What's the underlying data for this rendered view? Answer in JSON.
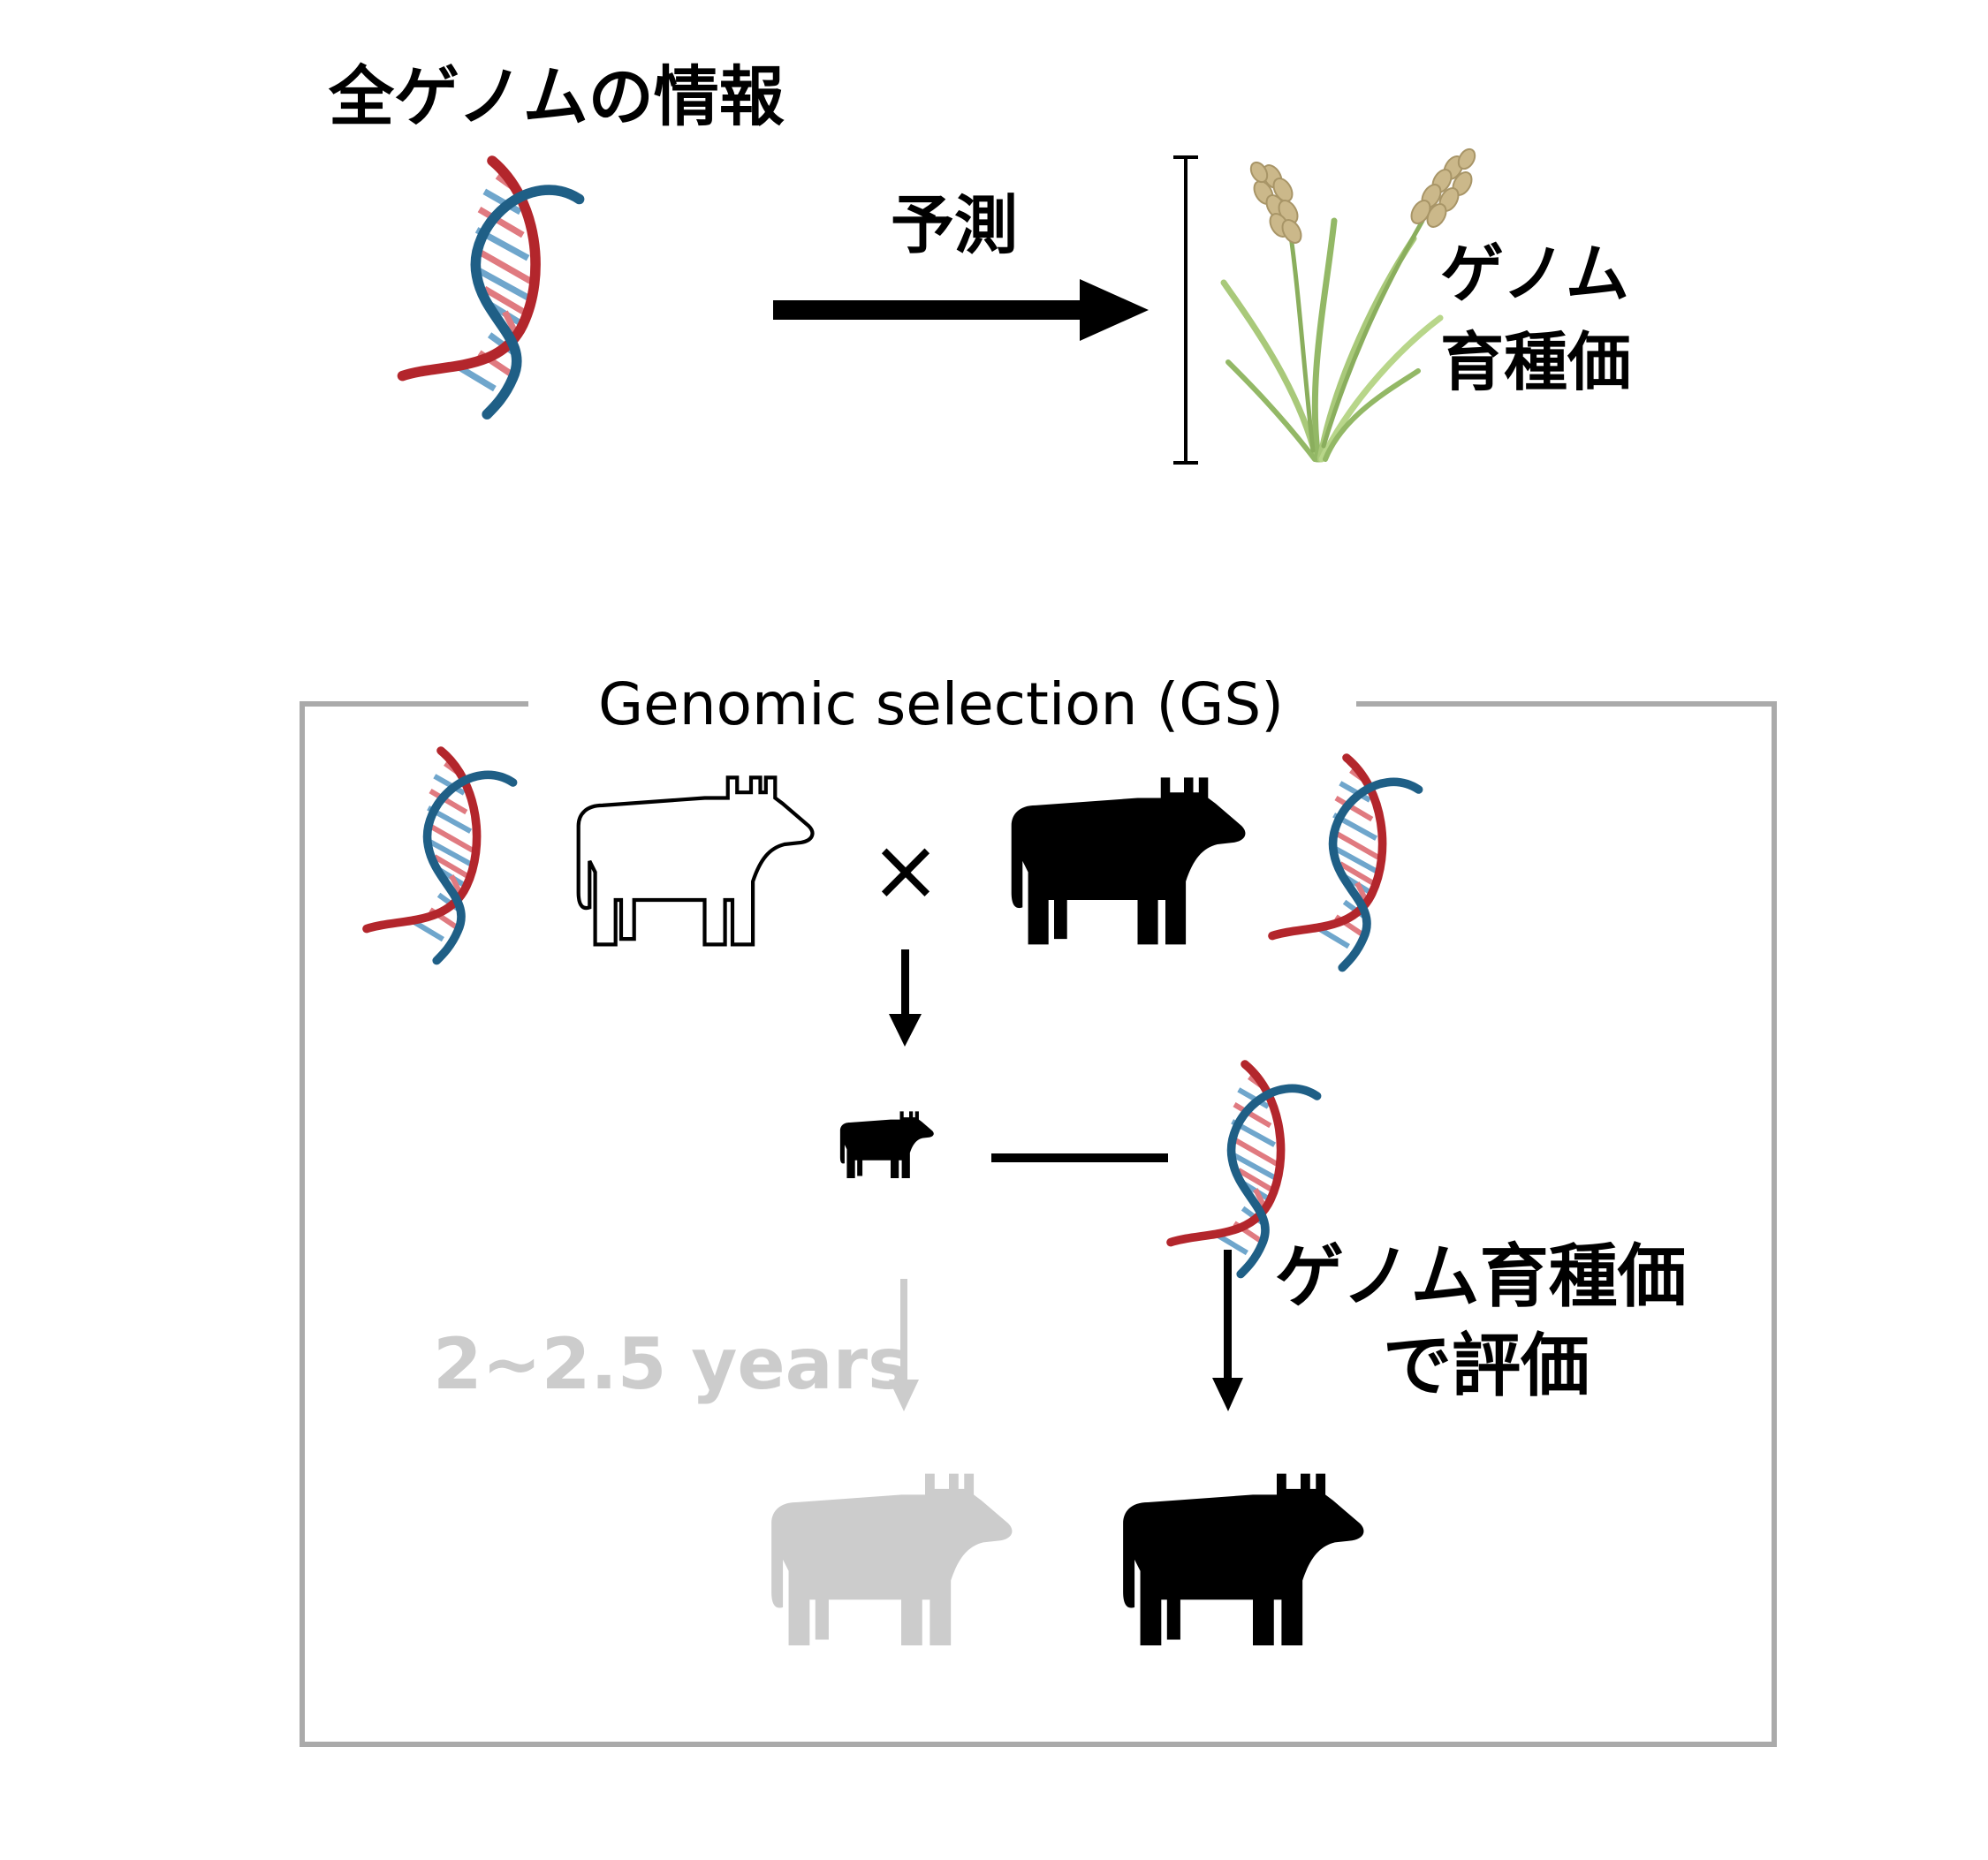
{
  "title": "全ゲノムの情報",
  "predict_label": "予測",
  "gebv_label": {
    "line1": "ゲノム",
    "line2": "育種価"
  },
  "gs_box": {
    "title": "Genomic selection (GS)"
  },
  "years_label": "2~2.5 years",
  "evaluate_label": {
    "line1": "ゲノム育種価",
    "line2": "で評価"
  },
  "cross_symbol": "×",
  "colors": {
    "dna_red": "#b3262c",
    "dna_blue": "#1f5f86",
    "box_border": "#aaaaaa",
    "faded": "#cccccc",
    "plant_green": "#a9c97a",
    "grain": "#cbb88a"
  },
  "icons": [
    "dna-icon",
    "rice-plant-icon",
    "cow-outline-icon",
    "cow-icon",
    "arrow-icon"
  ]
}
